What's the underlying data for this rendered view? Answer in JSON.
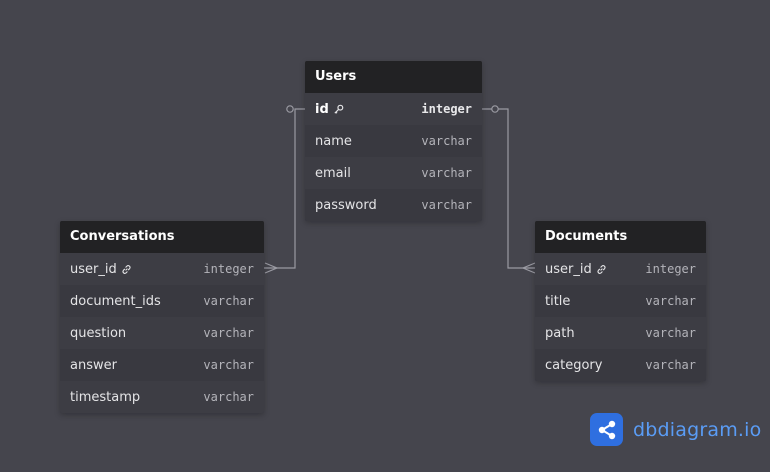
{
  "tables": {
    "users": {
      "name": "Users",
      "columns": [
        {
          "name": "id",
          "type": "integer",
          "key": "primary",
          "icon": "key-icon"
        },
        {
          "name": "name",
          "type": "varchar"
        },
        {
          "name": "email",
          "type": "varchar"
        },
        {
          "name": "password",
          "type": "varchar"
        }
      ]
    },
    "conversations": {
      "name": "Conversations",
      "columns": [
        {
          "name": "user_id",
          "type": "integer",
          "key": "foreign",
          "icon": "link-icon"
        },
        {
          "name": "document_ids",
          "type": "varchar"
        },
        {
          "name": "question",
          "type": "varchar"
        },
        {
          "name": "answer",
          "type": "varchar"
        },
        {
          "name": "timestamp",
          "type": "varchar"
        }
      ]
    },
    "documents": {
      "name": "Documents",
      "columns": [
        {
          "name": "user_id",
          "type": "integer",
          "key": "foreign",
          "icon": "link-icon"
        },
        {
          "name": "title",
          "type": "varchar"
        },
        {
          "name": "path",
          "type": "varchar"
        },
        {
          "name": "category",
          "type": "varchar"
        }
      ]
    }
  },
  "relations": [
    {
      "from": "Users.id",
      "to": "Conversations.user_id",
      "cardinality": "one-to-many"
    },
    {
      "from": "Users.id",
      "to": "Documents.user_id",
      "cardinality": "one-to-many"
    }
  ],
  "brand": {
    "text": "dbdiagram.io",
    "icon": "share-icon",
    "color": "#5a9cf5",
    "logo_bg": "#2f6fe0"
  },
  "colors": {
    "canvas": "#45454d",
    "header": "#222224",
    "row": "#3a3a41",
    "connector": "#9a9aa2"
  }
}
